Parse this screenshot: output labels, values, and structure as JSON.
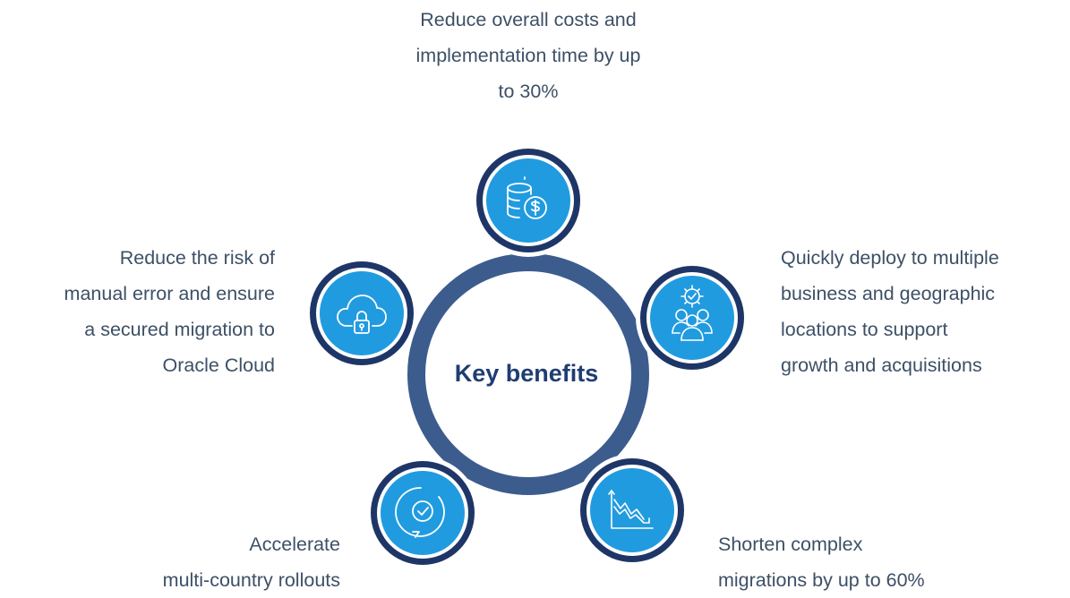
{
  "center": {
    "title": "Key benefits"
  },
  "benefits": [
    {
      "id": "cost",
      "icon": "coins-dollar-icon",
      "lines": [
        "Reduce overall costs and",
        "implementation time by up",
        "to 30%"
      ]
    },
    {
      "id": "deploy",
      "icon": "team-gear-icon",
      "lines": [
        "Quickly deploy to multiple",
        "business and geographic",
        "locations to support",
        "growth and acquisitions"
      ]
    },
    {
      "id": "shorten",
      "icon": "declining-chart-icon",
      "lines": [
        "Shorten complex",
        "migrations by up to 60%"
      ]
    },
    {
      "id": "accelerate",
      "icon": "circular-check-arrow-icon",
      "lines": [
        "Accelerate",
        "multi-country rollouts"
      ]
    },
    {
      "id": "risk",
      "icon": "cloud-lock-icon",
      "lines": [
        "Reduce the risk of",
        "manual error and ensure",
        "a secured migration to",
        "Oracle Cloud"
      ]
    }
  ],
  "colors": {
    "ring": "#3c5c8e",
    "node_outer": "#1e3667",
    "node_inner": "#219be0",
    "title": "#1f3d72",
    "text": "#3d5066"
  }
}
